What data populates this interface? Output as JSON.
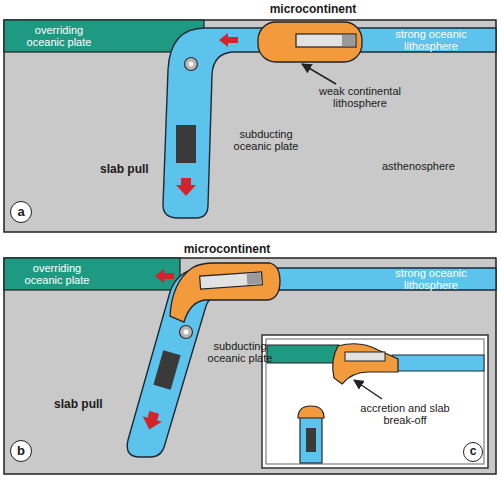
{
  "diagram": {
    "nodes": [
      {
        "text": [
          "a"
        ]
      },
      {
        "text": [
          "overriding oceanic plate"
        ],
        "in": 0
      },
      {
        "text": [
          "microcontinent"
        ],
        "in": 0
      },
      {
        "text": [
          "strong oceanic lithosphere"
        ],
        "in": 0
      },
      {
        "text": [
          "b"
        ]
      },
      {
        "text": [
          "overriding oceanic plate"
        ],
        "in": 4
      },
      {
        "text": [
          "microcontinent"
        ],
        "in": 4
      },
      {
        "text": [
          "strong oceanic lithosphere"
        ],
        "in": 4
      },
      {
        "text": [
          "c"
        ],
        "in": 4
      }
    ],
    "labels": [
      "weak continental lithosphere",
      "subducting oceanic plate",
      "slab pull",
      "asthenosphere",
      "subducting oceanic plate",
      "slab pull",
      "accretion and slab break-off"
    ]
  }
}
